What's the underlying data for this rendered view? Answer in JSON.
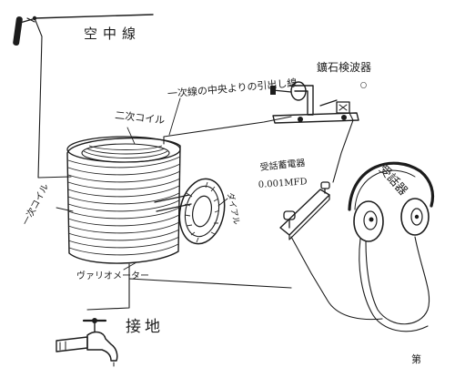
{
  "labels": {
    "antenna": "空中線",
    "crystal_detector": "鑛石検波器",
    "crystal_detector_mark": "〇",
    "center_tap": "一次線の中央よりの引出し線",
    "secondary_coil": "二次コイル",
    "primary_coil": "一次コイル",
    "dial": "ダイアル",
    "variometer": "ヴァリオメーター",
    "fixed_condenser": "受話蓄電器",
    "capacitance": "0.001MFD",
    "headphones": "受話器",
    "ground": "接地",
    "page_mark": "第"
  },
  "colors": {
    "ink": "#1c1c1c",
    "paper": "#ffffff"
  }
}
